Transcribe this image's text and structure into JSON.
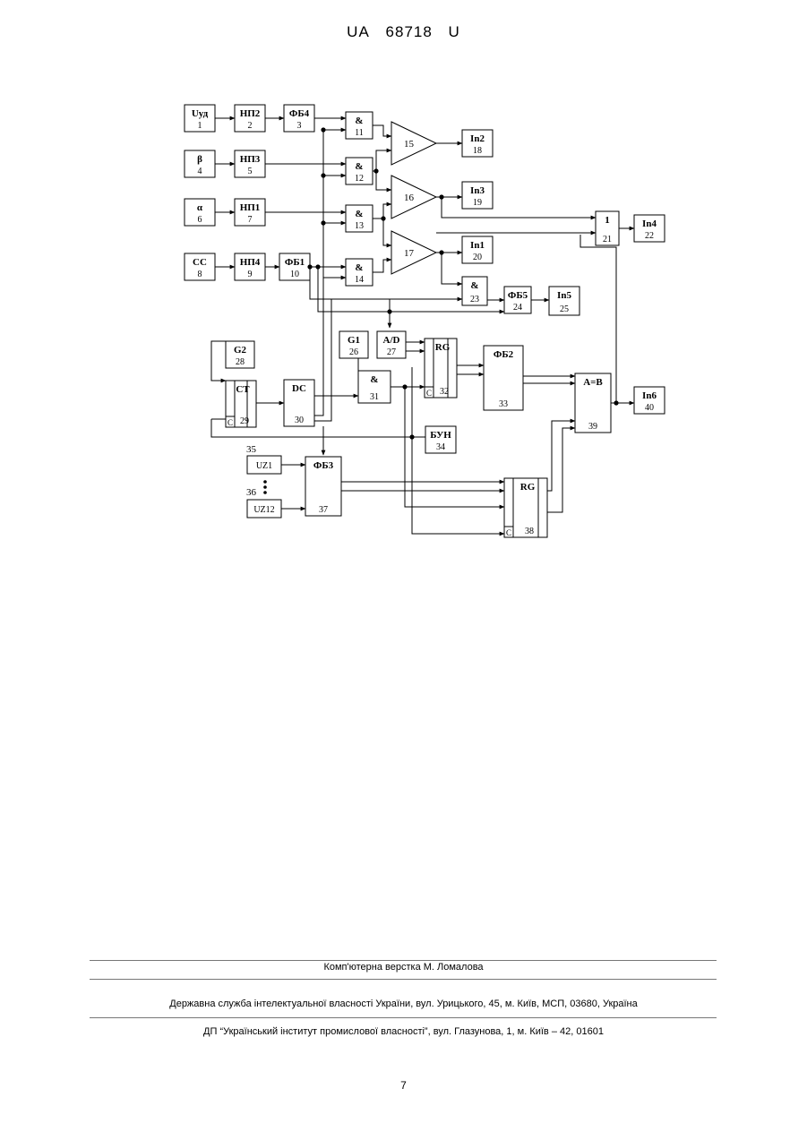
{
  "header": {
    "office": "UA",
    "number": "68718",
    "kind": "U"
  },
  "diagram": {
    "blocks": [
      {
        "id": "b1",
        "label": "Uуд",
        "num": "1"
      },
      {
        "id": "b2",
        "label": "НП2",
        "num": "2"
      },
      {
        "id": "b3",
        "label": "ФБ4",
        "num": "3"
      },
      {
        "id": "b4",
        "label": "β",
        "num": "4"
      },
      {
        "id": "b5",
        "label": "НП3",
        "num": "5"
      },
      {
        "id": "b6",
        "label": "α",
        "num": "6"
      },
      {
        "id": "b7",
        "label": "НП1",
        "num": "7"
      },
      {
        "id": "b8",
        "label": "СС",
        "num": "8"
      },
      {
        "id": "b9",
        "label": "НП4",
        "num": "9"
      },
      {
        "id": "b10",
        "label": "ФБ1",
        "num": "10"
      },
      {
        "id": "b11",
        "label": "&",
        "num": "11"
      },
      {
        "id": "b12",
        "label": "&",
        "num": "12"
      },
      {
        "id": "b13",
        "label": "&",
        "num": "13"
      },
      {
        "id": "b14",
        "label": "&",
        "num": "14"
      },
      {
        "id": "b15",
        "label": "",
        "num": "15"
      },
      {
        "id": "b16",
        "label": "",
        "num": "16"
      },
      {
        "id": "b17",
        "label": "",
        "num": "17"
      },
      {
        "id": "b18",
        "label": "In2",
        "num": "18"
      },
      {
        "id": "b19",
        "label": "In3",
        "num": "19"
      },
      {
        "id": "b20",
        "label": "In1",
        "num": "20"
      },
      {
        "id": "b21",
        "label": "1",
        "num": "21"
      },
      {
        "id": "b22",
        "label": "In4",
        "num": "22"
      },
      {
        "id": "b23",
        "label": "&",
        "num": "23"
      },
      {
        "id": "b24",
        "label": "ФБ5",
        "num": "24"
      },
      {
        "id": "b25",
        "label": "In5",
        "num": "25"
      },
      {
        "id": "b26",
        "label": "G1",
        "num": "26"
      },
      {
        "id": "b27",
        "label": "A/D",
        "num": "27"
      },
      {
        "id": "b28",
        "label": "G2",
        "num": "28"
      },
      {
        "id": "b29",
        "label": "CT",
        "num": "29"
      },
      {
        "id": "b30",
        "label": "DC",
        "num": "30"
      },
      {
        "id": "b31",
        "label": "&",
        "num": "31"
      },
      {
        "id": "b32",
        "label": "RG",
        "num": "32"
      },
      {
        "id": "b33",
        "label": "ФБ2",
        "num": "33"
      },
      {
        "id": "b34",
        "label": "БУН",
        "num": "34"
      },
      {
        "id": "b35",
        "label": "UZ1",
        "num": "35"
      },
      {
        "id": "b36",
        "label": "UZ12",
        "num": "36"
      },
      {
        "id": "b37",
        "label": "ФБ3",
        "num": "37"
      },
      {
        "id": "b38",
        "label": "RG",
        "num": "38"
      },
      {
        "id": "b39",
        "label": "A=B",
        "num": "39"
      },
      {
        "id": "b40",
        "label": "In6",
        "num": "40"
      }
    ],
    "c_label": "C"
  },
  "footer": {
    "layout": "Комп'ютерна верстка М. Ломалова",
    "service": "Державна служба інтелектуальної власності України, вул. Урицького, 45, м. Київ, МСП, 03680, Україна",
    "institute": "ДП “Український інститут промислової власності”, вул. Глазунова, 1, м. Київ – 42, 01601"
  },
  "page_number": "7"
}
